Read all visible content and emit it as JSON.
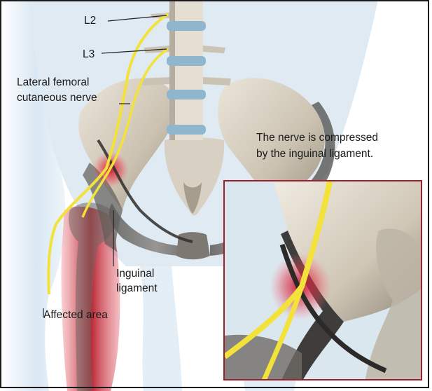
{
  "labels": {
    "l2": "L2",
    "l3": "L3",
    "lateral_nerve_line1": "Lateral femoral",
    "lateral_nerve_line2": "cutaneous nerve",
    "compressed_line1": "The nerve is compressed",
    "compressed_line2": "by the inguinal ligament.",
    "inguinal_line1": "Inguinal",
    "inguinal_line2": "ligament",
    "affected_area": "Affected area"
  },
  "colors": {
    "nerve": "#f5e63a",
    "bone": "#cfc6b5",
    "bone_shadow": "#8f877a",
    "disc": "#8fb5cf",
    "inflammation": "#c8102e",
    "body_tint": "#cfe2f1",
    "inset_border": "#9d1f2e",
    "frame": "#1b1b1b"
  }
}
